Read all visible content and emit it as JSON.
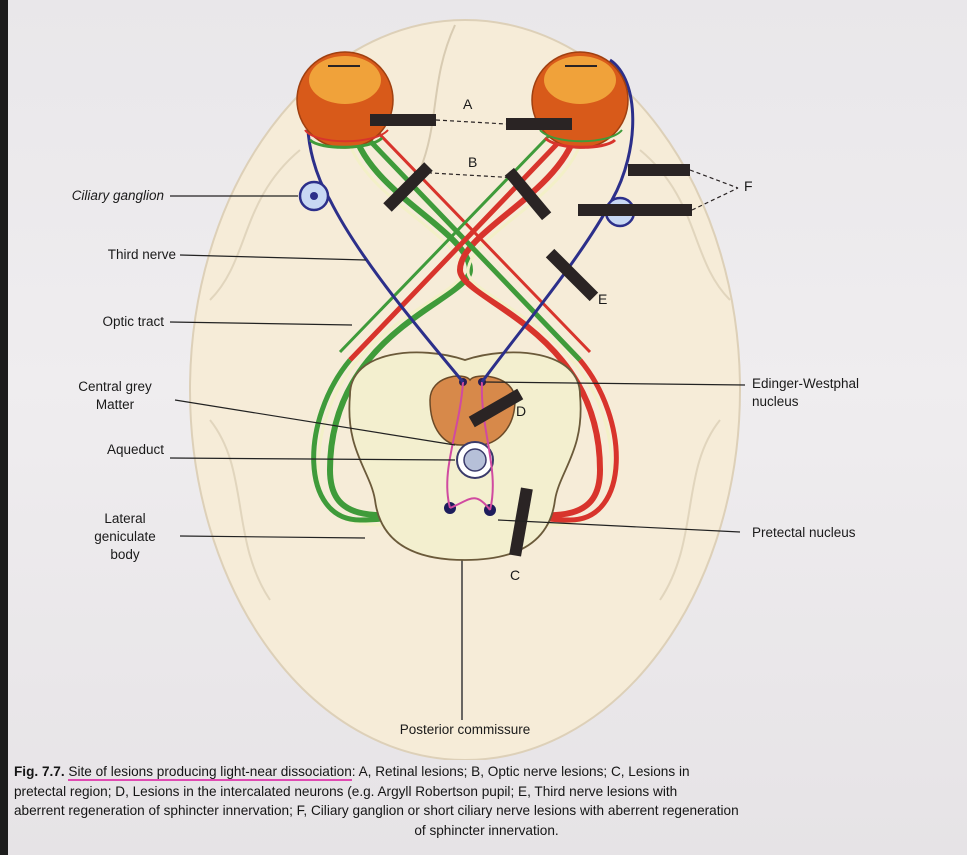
{
  "diagram": {
    "labels": {
      "ciliary_ganglion": "Ciliary ganglion",
      "third_nerve": "Third nerve",
      "optic_tract": "Optic tract",
      "central_grey_line1": "Central grey",
      "central_grey_line2": "Matter",
      "aqueduct": "Aqueduct",
      "lateral_geniculate_line1": "Lateral",
      "lateral_geniculate_line2": "geniculate",
      "lateral_geniculate_line3": "body",
      "edinger_line1": "Edinger-Westphal",
      "edinger_line2": "nucleus",
      "pretectal_nucleus": "Pretectal nucleus",
      "posterior_commissure": "Posterior commissure"
    },
    "lesion_letters": {
      "a": "A",
      "b": "B",
      "c": "C",
      "d": "D",
      "e": "E",
      "f": "F"
    },
    "colors": {
      "eye_orange": "#e8801c",
      "nerve_green": "#3f9b3a",
      "nerve_red": "#d8342c",
      "nerve_blue": "#2c2f8a",
      "pink_fiber": "#d04aa0",
      "lesion_bar": "#2a2424"
    }
  },
  "caption": {
    "fig_label": "Fig. 7.7.",
    "title": "Site of lesions producing light-near dissociation",
    "line1_rest": ": A, Retinal lesions; B, Optic nerve lesions; C, Lesions in",
    "line2": "pretectal region; D, Lesions in the intercalated neurons (e.g. Argyll Robertson pupil; E, Third nerve lesions with",
    "line3": "aberrent regeneration of sphincter innervation; F, Ciliary ganglion or short ciliary nerve lesions with aberrent regeneration",
    "line4": "of sphincter innervation."
  }
}
